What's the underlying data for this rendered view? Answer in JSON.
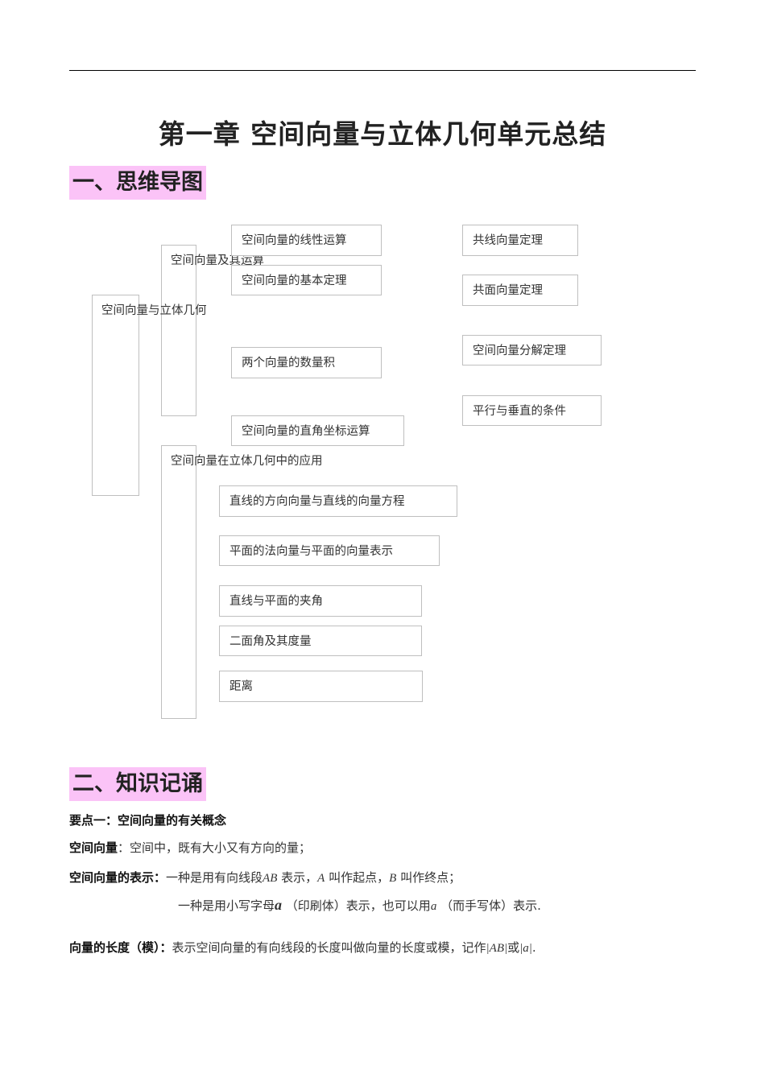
{
  "title": "第一章  空间向量与立体几何单元总结",
  "sections": {
    "mindmap": "一、思维导图",
    "knowledge": "二、知识记诵"
  },
  "mindmap": {
    "root": "空间向量与立体几何",
    "branch1": "空间向量及其运算",
    "branch2": "空间向量在立体几何中的应用",
    "b1_items": [
      "空间向量的线性运算",
      "空间向量的基本定理",
      "两个向量的数量积",
      "空间向量的直角坐标运算"
    ],
    "theorems": [
      "共线向量定理",
      "共面向量定理",
      "空间向量分解定理",
      "平行与垂直的条件"
    ],
    "b2_items": [
      "直线的方向向量与直线的向量方程",
      "平面的法向量与平面的向量表示",
      "直线与平面的夹角",
      "二面角及其度量",
      "距离"
    ]
  },
  "knowledge": {
    "point1": "要点一：空间向量的有关概念",
    "def_label": "空间向量",
    "def_text": "：空间中，既有大小又有方向的量；",
    "repr_label": "空间向量的表示：",
    "repr_1a": "一种是用有向线段",
    "AB": "AB",
    "repr_1b": "表示，",
    "A": "A",
    "repr_1c": "叫作起点，",
    "B": "B",
    "repr_1d": "叫作终点；",
    "repr_2a": "一种是用小写字母",
    "a": "a",
    "repr_2b": "（印刷体）表示，也可以用",
    "repr_2c": "（而手写体）表示.",
    "len_label": "向量的长度（模）：",
    "len_text": "表示空间向量的有向线段的长度叫做向量的长度或模，记作",
    "abs_AB": "|AB|",
    "or": "或",
    "abs_a": "|a|",
    "end": "."
  }
}
